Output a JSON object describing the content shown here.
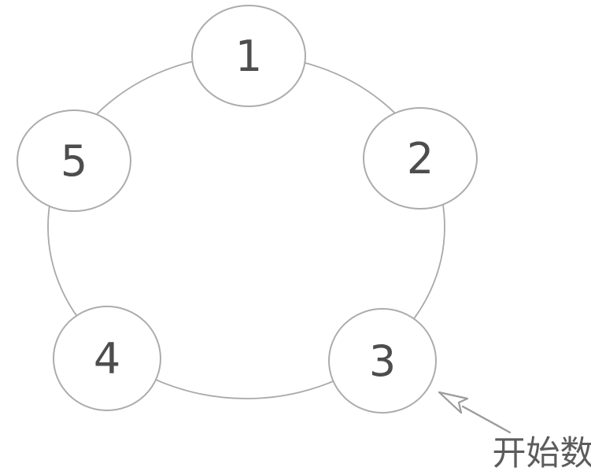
{
  "diagram": {
    "type": "circular-counting-diagram",
    "description": "Five numbered circles arranged in a ring",
    "nodes": [
      {
        "id": "node-1",
        "label": "1"
      },
      {
        "id": "node-2",
        "label": "2"
      },
      {
        "id": "node-3",
        "label": "3"
      },
      {
        "id": "node-4",
        "label": "4"
      },
      {
        "id": "node-5",
        "label": "5"
      }
    ],
    "annotation": {
      "label": "开始数",
      "points_to_node": "3"
    },
    "colors": {
      "background": "#ffffff",
      "ring_stroke": "#a9a9a9",
      "node_stroke": "#acacac",
      "node_fill": "#ffffff",
      "number_text": "#4d4d4d",
      "arrow": "#9c9c9c",
      "annotation_text": "#5c5c5c"
    }
  }
}
